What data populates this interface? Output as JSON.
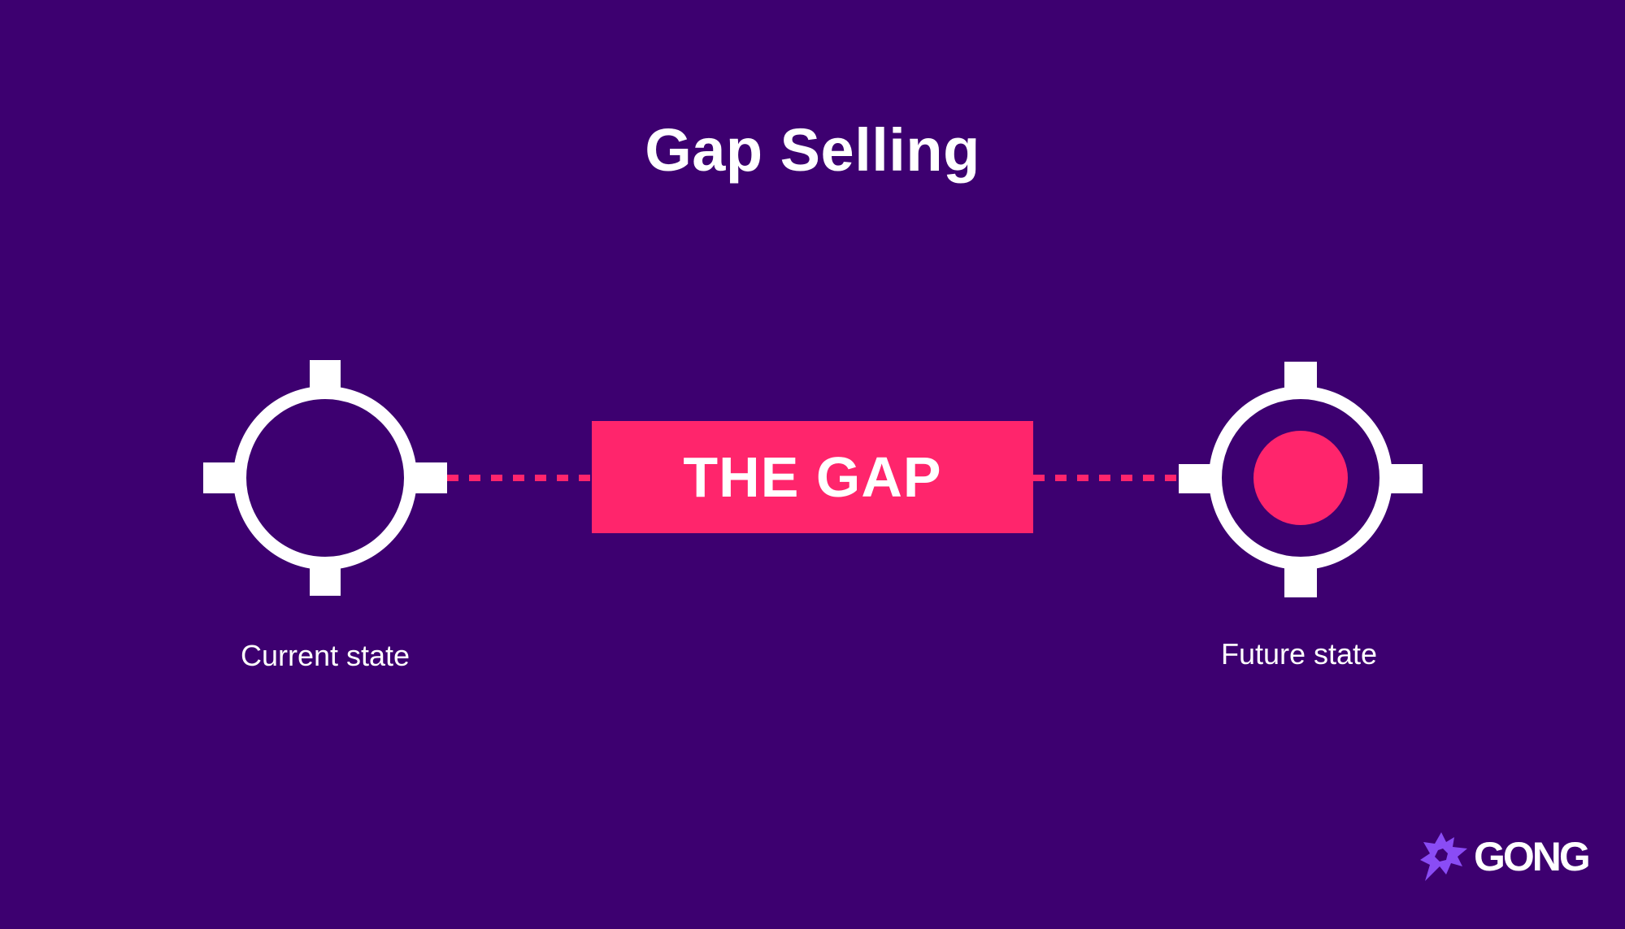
{
  "title": "Gap Selling",
  "gap": {
    "label": "THE GAP"
  },
  "states": {
    "current": {
      "label": "Current state",
      "icon": "crosshair-target-empty"
    },
    "future": {
      "label": "Future state",
      "icon": "crosshair-target-filled"
    }
  },
  "logo": {
    "text": "GONG",
    "icon": "starburst-icon"
  },
  "colors": {
    "background": "#3d0070",
    "accent": "#ff256c",
    "foreground": "#ffffff",
    "logo_mark": "#8a4cf5"
  }
}
